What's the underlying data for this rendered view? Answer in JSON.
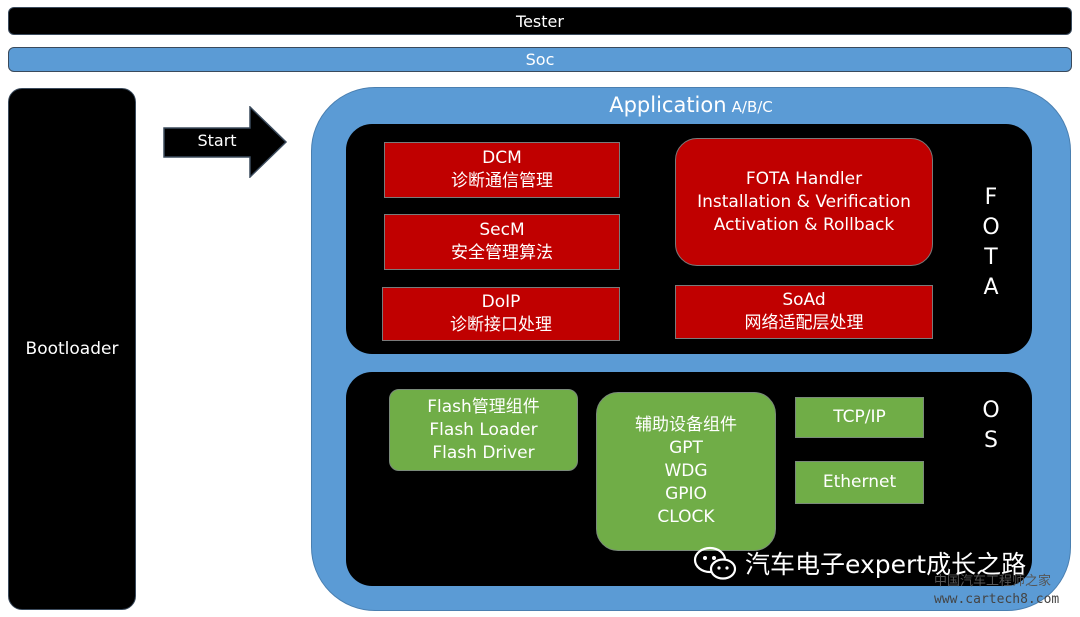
{
  "top": {
    "tester": "Tester",
    "soc": "Soc"
  },
  "bootloader": "Bootloader",
  "start": "Start",
  "application": {
    "title": "Application",
    "suffix": "A/B/C"
  },
  "fota": {
    "label": [
      "F",
      "O",
      "T",
      "A"
    ],
    "dcm": {
      "line1": "DCM",
      "line2": "诊断通信管理"
    },
    "secm": {
      "line1": "SecM",
      "line2": "安全管理算法"
    },
    "doip": {
      "line1": "DoIP",
      "line2": "诊断接口处理"
    },
    "handler": {
      "line1": "FOTA Handler",
      "line2": "Installation & Verification",
      "line3": "Activation & Rollback"
    },
    "soad": {
      "line1": "SoAd",
      "line2": "网络适配层处理"
    }
  },
  "os": {
    "label": [
      "O",
      "S"
    ],
    "flash": {
      "line1": "Flash管理组件",
      "line2": "Flash Loader",
      "line3": "Flash Driver"
    },
    "aux": {
      "line1": "辅助设备组件",
      "line2": "GPT",
      "line3": "WDG",
      "line4": "GPIO",
      "line5": "CLOCK"
    },
    "tcpip": "TCP/IP",
    "ethernet": "Ethernet"
  },
  "watermark": {
    "main": "汽车电子expert成长之路",
    "sub1": "中国汽车工程师之家",
    "sub2": "www.cartech8.com"
  },
  "colors": {
    "red": "#c00000",
    "green": "#70ad47",
    "blue": "#5b9bd5",
    "black": "#000000"
  }
}
